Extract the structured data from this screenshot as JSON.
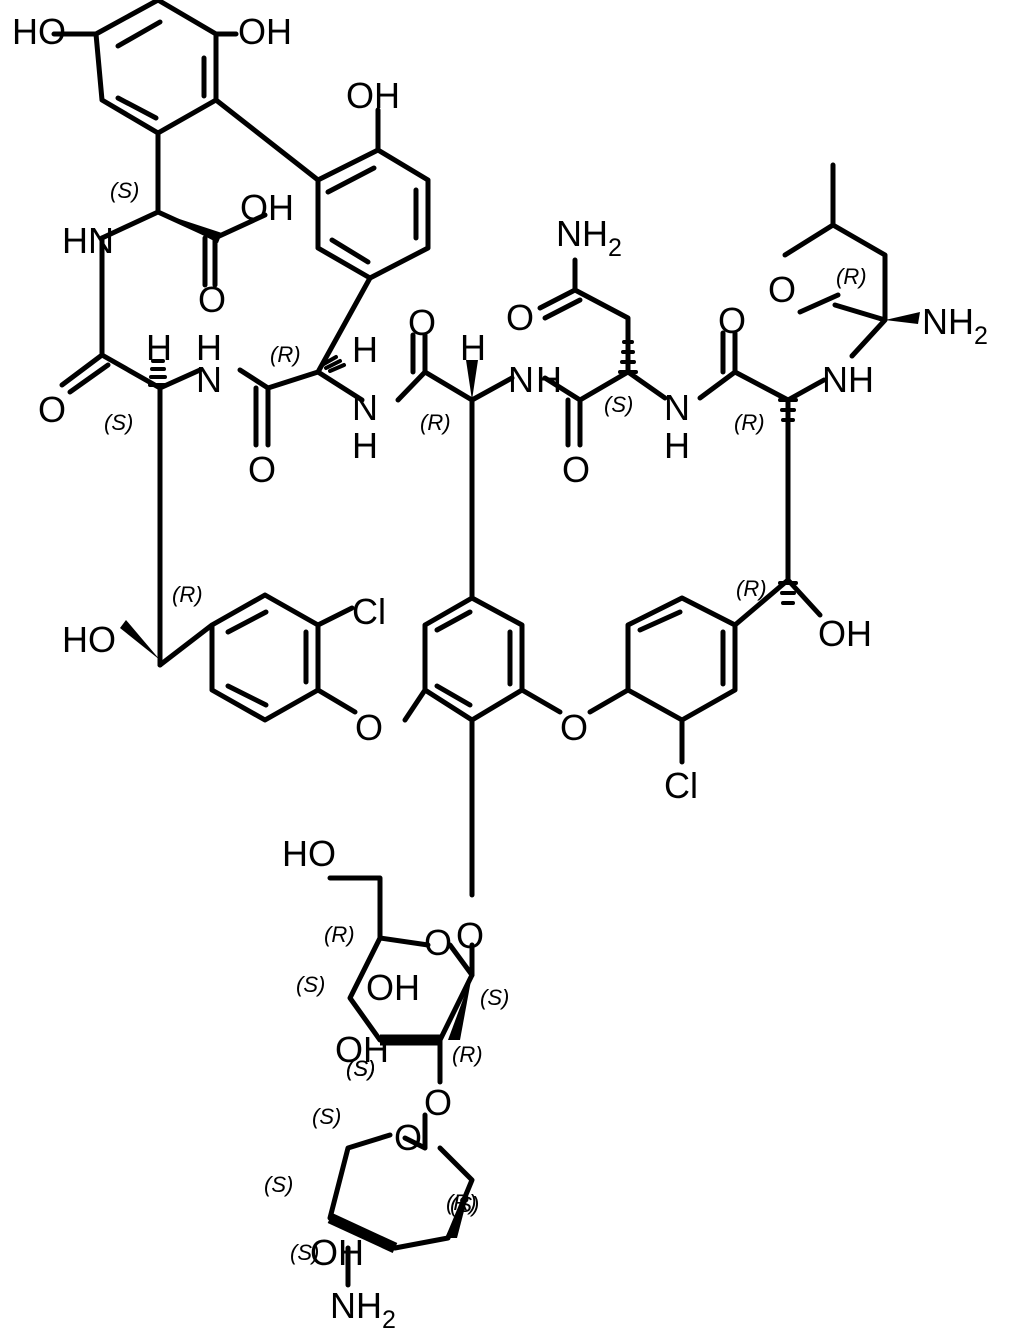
{
  "structure": {
    "atom_labels": [
      {
        "id": "ho-top-left",
        "text": "HO"
      },
      {
        "id": "oh-top-1",
        "text": "OH"
      },
      {
        "id": "oh-top-2",
        "text": "OH"
      },
      {
        "id": "oh-acid",
        "text": "OH"
      },
      {
        "id": "hn-left",
        "text": "HN"
      },
      {
        "id": "o-acid",
        "text": "O"
      },
      {
        "id": "nh2-asn",
        "text": "NH",
        "sub": "2"
      },
      {
        "id": "o-asn-side",
        "text": "O"
      },
      {
        "id": "o-leu",
        "text": "O"
      },
      {
        "id": "nh2-leu",
        "text": "NH",
        "sub": "2"
      },
      {
        "id": "nh-leu",
        "text": "NH"
      },
      {
        "id": "o-mid-1",
        "text": "O"
      },
      {
        "id": "o-mid-2",
        "text": "O"
      },
      {
        "id": "h-top-1",
        "text": "H"
      },
      {
        "id": "h-top-2",
        "text": "H"
      },
      {
        "id": "h-top-3",
        "text": "H"
      },
      {
        "id": "n-amide-1",
        "text": "N"
      },
      {
        "id": "h-amide-1",
        "text": "H"
      },
      {
        "id": "n-amide-2",
        "text": "N"
      },
      {
        "id": "h-amide-2",
        "text": "H"
      },
      {
        "id": "n-amide-3",
        "text": "N"
      },
      {
        "id": "h-amide-3",
        "text": "H"
      },
      {
        "id": "n-amide-4",
        "text": "N"
      },
      {
        "id": "h-amide-4",
        "text": "H"
      },
      {
        "id": "o-left-amide",
        "text": "O"
      },
      {
        "id": "o-amide-2",
        "text": "O"
      },
      {
        "id": "o-amide-3",
        "text": "O"
      },
      {
        "id": "ho-benzyl",
        "text": "HO"
      },
      {
        "id": "oh-benzyl",
        "text": "OH"
      },
      {
        "id": "cl-left",
        "text": "Cl"
      },
      {
        "id": "cl-right",
        "text": "Cl"
      },
      {
        "id": "o-ether-left",
        "text": "O"
      },
      {
        "id": "o-ether-right",
        "text": "O"
      },
      {
        "id": "ho-sugar",
        "text": "HO"
      },
      {
        "id": "o-glyco",
        "text": "O"
      },
      {
        "id": "o-ring-glucose",
        "text": "O"
      },
      {
        "id": "oh-glucose-1",
        "text": "OH"
      },
      {
        "id": "oh-glucose-2",
        "text": "OH"
      },
      {
        "id": "o-link",
        "text": "O"
      },
      {
        "id": "o-ring-sugar2",
        "text": "O"
      },
      {
        "id": "oh-sugar2",
        "text": "OH"
      },
      {
        "id": "nh2-sugar2",
        "text": "NH",
        "sub": "2"
      }
    ],
    "stereo_labels": [
      {
        "id": "s1",
        "text": "(S)"
      },
      {
        "id": "r1",
        "text": "(R)"
      },
      {
        "id": "r2",
        "text": "(R)"
      },
      {
        "id": "s2",
        "text": "(S)"
      },
      {
        "id": "r3",
        "text": "(R)"
      },
      {
        "id": "r4",
        "text": "(R)"
      },
      {
        "id": "s3",
        "text": "(S)"
      },
      {
        "id": "r5",
        "text": "(R)"
      },
      {
        "id": "r6",
        "text": "(R)"
      },
      {
        "id": "r7",
        "text": "(R)"
      },
      {
        "id": "r8",
        "text": "(R)"
      },
      {
        "id": "s4",
        "text": "(S)"
      },
      {
        "id": "s5",
        "text": "(S)"
      },
      {
        "id": "s6",
        "text": "(S)"
      },
      {
        "id": "r9",
        "text": "(R)"
      },
      {
        "id": "s7",
        "text": "(S)"
      },
      {
        "id": "s8",
        "text": "(S)"
      },
      {
        "id": "s9",
        "text": "(S)"
      },
      {
        "id": "s10",
        "text": "(S)"
      },
      {
        "id": "s11",
        "text": "(S)"
      }
    ]
  }
}
